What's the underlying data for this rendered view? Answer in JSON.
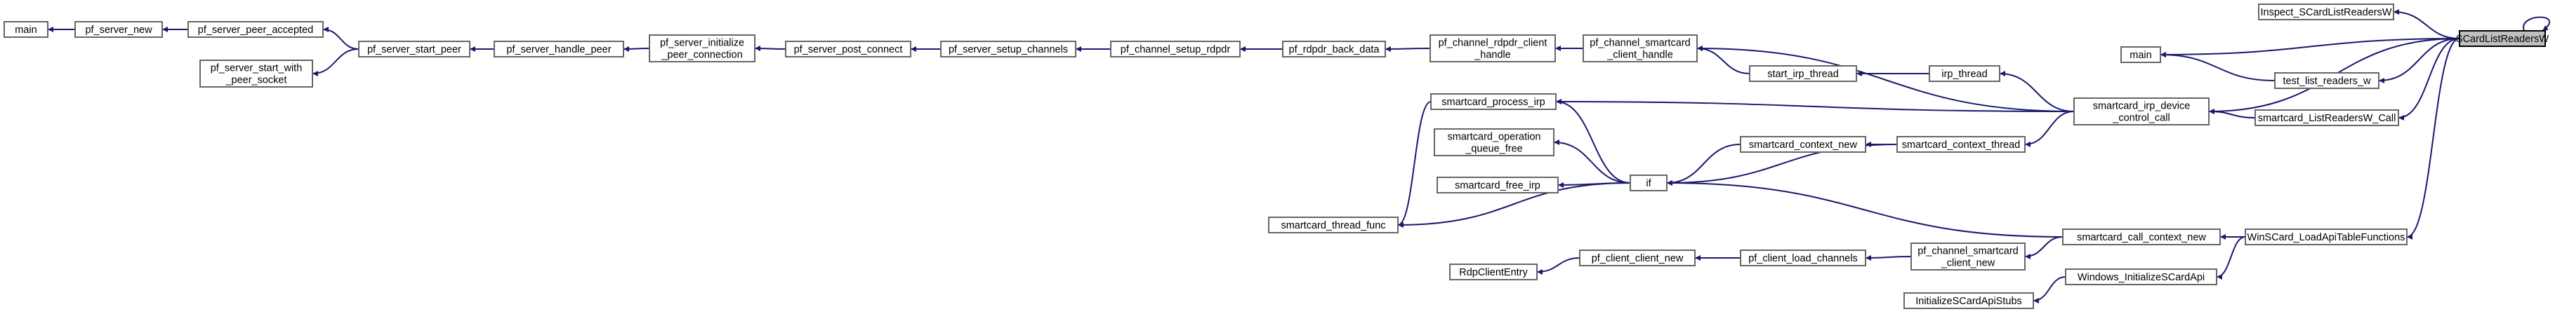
{
  "graph": {
    "nodes": [
      {
        "id": "SCardListReadersW",
        "lines": [
          "SCardListReadersW"
        ]
      },
      {
        "id": "Inspect_SCardListReadersW",
        "lines": [
          "Inspect_SCardListReadersW"
        ]
      },
      {
        "id": "main_b",
        "lines": [
          "main"
        ]
      },
      {
        "id": "test_list_readers_w",
        "lines": [
          "test_list_readers_w"
        ]
      },
      {
        "id": "smartcard_irp_device_control_call",
        "lines": [
          "smartcard_irp_device",
          "_control_call"
        ]
      },
      {
        "id": "smartcard_ListReadersW_Call",
        "lines": [
          "smartcard_ListReadersW_Call"
        ]
      },
      {
        "id": "WinSCard_LoadApiTableFunctions",
        "lines": [
          "WinSCard_LoadApiTableFunctions"
        ]
      },
      {
        "id": "smartcard_call_context_new",
        "lines": [
          "smartcard_call_context_new"
        ]
      },
      {
        "id": "Windows_InitializeSCardApi",
        "lines": [
          "Windows_InitializeSCardApi"
        ]
      },
      {
        "id": "InitializeSCardApiStubs",
        "lines": [
          "InitializeSCardApiStubs"
        ]
      },
      {
        "id": "pf_channel_smartcard_client_new",
        "lines": [
          "pf_channel_smartcard",
          "_client_new"
        ]
      },
      {
        "id": "pf_client_load_channels",
        "lines": [
          "pf_client_load_channels"
        ]
      },
      {
        "id": "pf_client_client_new",
        "lines": [
          "pf_client_client_new"
        ]
      },
      {
        "id": "RdpClientEntry",
        "lines": [
          "RdpClientEntry"
        ]
      },
      {
        "id": "if",
        "lines": [
          "if"
        ]
      },
      {
        "id": "smartcard_context_thread",
        "lines": [
          "smartcard_context_thread"
        ]
      },
      {
        "id": "smartcard_context_new",
        "lines": [
          "smartcard_context_new"
        ]
      },
      {
        "id": "smartcard_operation_queue_free",
        "lines": [
          "smartcard_operation",
          "_queue_free"
        ]
      },
      {
        "id": "smartcard_free_irp",
        "lines": [
          "smartcard_free_irp"
        ]
      },
      {
        "id": "smartcard_thread_func",
        "lines": [
          "smartcard_thread_func"
        ]
      },
      {
        "id": "smartcard_process_irp",
        "lines": [
          "smartcard_process_irp"
        ]
      },
      {
        "id": "irp_thread",
        "lines": [
          "irp_thread"
        ]
      },
      {
        "id": "start_irp_thread",
        "lines": [
          "start_irp_thread"
        ]
      },
      {
        "id": "pf_channel_smartcard_client_handle",
        "lines": [
          "pf_channel_smartcard",
          "_client_handle"
        ]
      },
      {
        "id": "pf_channel_rdpdr_client_handle",
        "lines": [
          "pf_channel_rdpdr_client",
          "_handle"
        ]
      },
      {
        "id": "pf_rdpdr_back_data",
        "lines": [
          "pf_rdpdr_back_data"
        ]
      },
      {
        "id": "pf_channel_setup_rdpdr",
        "lines": [
          "pf_channel_setup_rdpdr"
        ]
      },
      {
        "id": "pf_server_setup_channels",
        "lines": [
          "pf_server_setup_channels"
        ]
      },
      {
        "id": "pf_server_post_connect",
        "lines": [
          "pf_server_post_connect"
        ]
      },
      {
        "id": "pf_server_initialize_peer_connection",
        "lines": [
          "pf_server_initialize",
          "_peer_connection"
        ]
      },
      {
        "id": "pf_server_handle_peer",
        "lines": [
          "pf_server_handle_peer"
        ]
      },
      {
        "id": "pf_server_start_peer",
        "lines": [
          "pf_server_start_peer"
        ]
      },
      {
        "id": "pf_server_peer_accepted",
        "lines": [
          "pf_server_peer_accepted"
        ]
      },
      {
        "id": "pf_server_start_with_peer_socket",
        "lines": [
          "pf_server_start_with",
          "_peer_socket"
        ]
      },
      {
        "id": "pf_server_new",
        "lines": [
          "pf_server_new"
        ]
      },
      {
        "id": "main_a",
        "lines": [
          "main"
        ]
      }
    ],
    "edges": [
      {
        "from": "SCardListReadersW",
        "to": "SCardListReadersW"
      },
      {
        "from": "SCardListReadersW",
        "to": "Inspect_SCardListReadersW"
      },
      {
        "from": "SCardListReadersW",
        "to": "main_b"
      },
      {
        "from": "SCardListReadersW",
        "to": "test_list_readers_w"
      },
      {
        "from": "SCardListReadersW",
        "to": "smartcard_irp_device_control_call"
      },
      {
        "from": "SCardListReadersW",
        "to": "smartcard_ListReadersW_Call"
      },
      {
        "from": "SCardListReadersW",
        "to": "WinSCard_LoadApiTableFunctions"
      },
      {
        "from": "test_list_readers_w",
        "to": "main_b"
      },
      {
        "from": "smartcard_ListReadersW_Call",
        "to": "smartcard_irp_device_control_call"
      },
      {
        "from": "smartcard_irp_device_control_call",
        "to": "pf_channel_smartcard_client_handle"
      },
      {
        "from": "smartcard_irp_device_control_call",
        "to": "irp_thread"
      },
      {
        "from": "smartcard_irp_device_control_call",
        "to": "smartcard_process_irp"
      },
      {
        "from": "smartcard_irp_device_control_call",
        "to": "smartcard_context_thread"
      },
      {
        "from": "WinSCard_LoadApiTableFunctions",
        "to": "smartcard_call_context_new"
      },
      {
        "from": "WinSCard_LoadApiTableFunctions",
        "to": "Windows_InitializeSCardApi"
      },
      {
        "from": "smartcard_call_context_new",
        "to": "if"
      },
      {
        "from": "smartcard_call_context_new",
        "to": "pf_channel_smartcard_client_new"
      },
      {
        "from": "Windows_InitializeSCardApi",
        "to": "InitializeSCardApiStubs"
      },
      {
        "from": "pf_channel_smartcard_client_new",
        "to": "pf_client_load_channels"
      },
      {
        "from": "pf_client_load_channels",
        "to": "pf_client_client_new"
      },
      {
        "from": "pf_client_client_new",
        "to": "RdpClientEntry"
      },
      {
        "from": "smartcard_context_thread",
        "to": "smartcard_context_new"
      },
      {
        "from": "smartcard_context_thread",
        "to": "if"
      },
      {
        "from": "smartcard_context_new",
        "to": "if"
      },
      {
        "from": "if",
        "to": "smartcard_operation_queue_free"
      },
      {
        "from": "if",
        "to": "smartcard_free_irp"
      },
      {
        "from": "if",
        "to": "smartcard_thread_func"
      },
      {
        "from": "if",
        "to": "smartcard_process_irp"
      },
      {
        "from": "smartcard_process_irp",
        "to": "smartcard_thread_func"
      },
      {
        "from": "irp_thread",
        "to": "start_irp_thread"
      },
      {
        "from": "start_irp_thread",
        "to": "pf_channel_smartcard_client_handle"
      },
      {
        "from": "pf_channel_smartcard_client_handle",
        "to": "pf_channel_rdpdr_client_handle"
      },
      {
        "from": "pf_channel_rdpdr_client_handle",
        "to": "pf_rdpdr_back_data"
      },
      {
        "from": "pf_rdpdr_back_data",
        "to": "pf_channel_setup_rdpdr"
      },
      {
        "from": "pf_channel_setup_rdpdr",
        "to": "pf_server_setup_channels"
      },
      {
        "from": "pf_server_setup_channels",
        "to": "pf_server_post_connect"
      },
      {
        "from": "pf_server_post_connect",
        "to": "pf_server_initialize_peer_connection"
      },
      {
        "from": "pf_server_initialize_peer_connection",
        "to": "pf_server_handle_peer"
      },
      {
        "from": "pf_server_handle_peer",
        "to": "pf_server_start_peer"
      },
      {
        "from": "pf_server_start_peer",
        "to": "pf_server_peer_accepted"
      },
      {
        "from": "pf_server_start_peer",
        "to": "pf_server_start_with_peer_socket"
      },
      {
        "from": "pf_server_peer_accepted",
        "to": "pf_server_new"
      },
      {
        "from": "pf_server_new",
        "to": "main_a"
      }
    ]
  },
  "colors": {
    "edge": "#191970",
    "node_border": "#666666",
    "focus_fill": "#bfbfbf",
    "background": "#ffffff"
  }
}
